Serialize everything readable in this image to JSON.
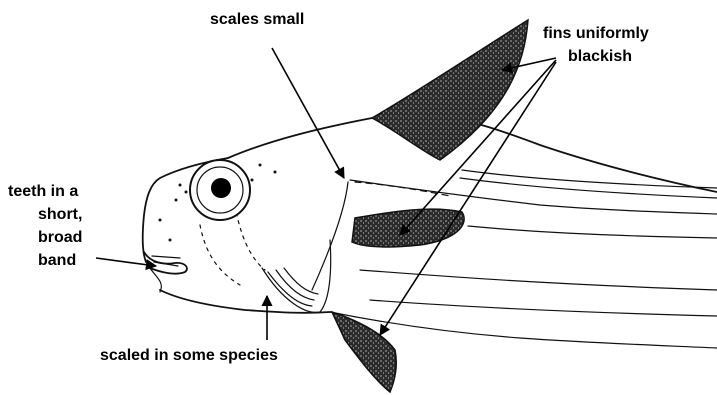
{
  "labels": {
    "scales": "scales small",
    "fins_line1": "fins uniformly",
    "fins_line2": "blackish",
    "teeth_line1": "teeth in a",
    "teeth_line2": "short,",
    "teeth_line3": "broad",
    "teeth_line4": "band",
    "scaled": "scaled in some species"
  },
  "colors": {
    "ink": "#111111",
    "fin_fill": "#2a2a2a",
    "background": "#ffffff"
  }
}
